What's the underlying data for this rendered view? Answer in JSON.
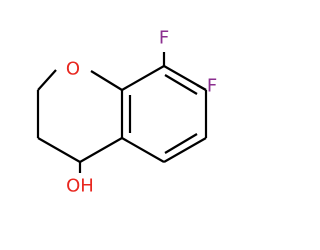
{
  "molecule": {
    "atoms": {
      "oxygen_ring": {
        "label": "O",
        "color": "#e8271f"
      },
      "fluorine_8": {
        "label": "F",
        "color": "#8b2e8f"
      },
      "fluorine_7": {
        "label": "F",
        "color": "#8b2e8f"
      },
      "hydroxyl": {
        "label": "OH",
        "color": "#e8271f"
      }
    },
    "bond_color": "#000000"
  }
}
